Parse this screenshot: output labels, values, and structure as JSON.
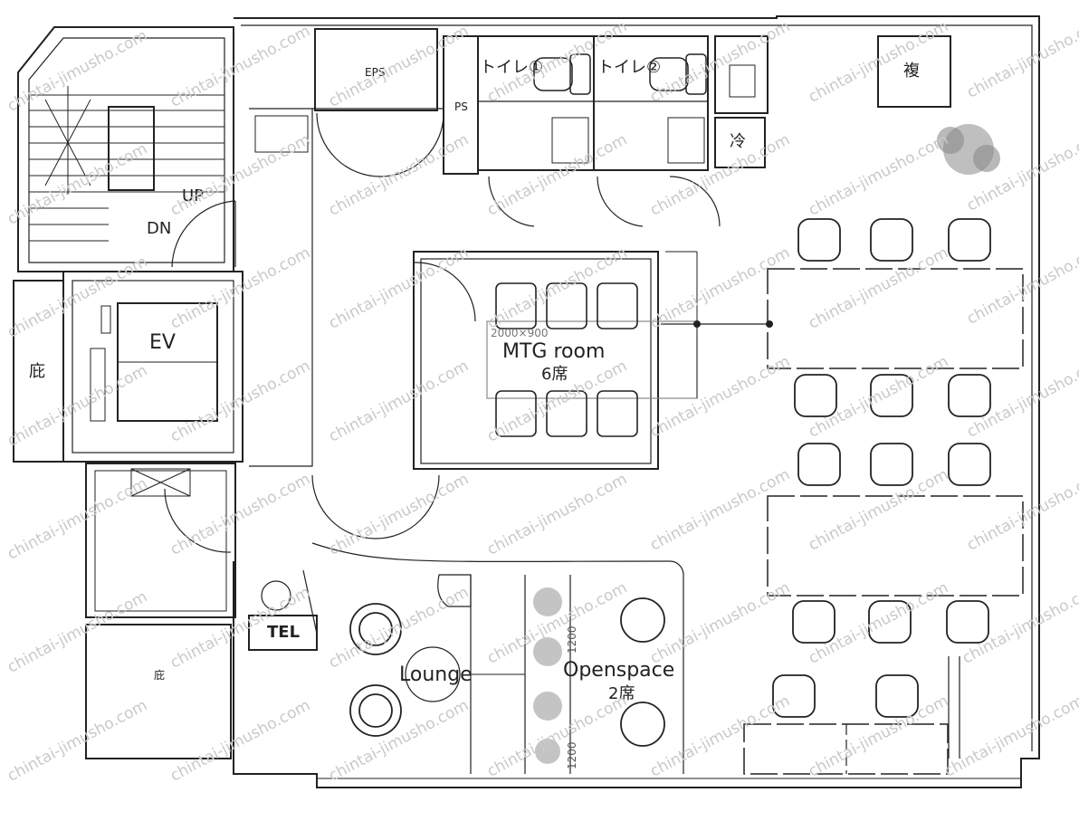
{
  "labels": {
    "eps": "EPS",
    "ps": "PS",
    "toilet1": "トイレ①",
    "toilet2": "トイレ②",
    "copier": "複",
    "fridge": "冷",
    "up": "UP",
    "dn": "DN",
    "ev": "EV",
    "niwa_left": "庇",
    "niwa_bottom": "庇",
    "mtg_dim": "2000×900",
    "mtg_title": "MTG room",
    "mtg_seats": "6席",
    "tel": "TEL",
    "lounge": "Lounge",
    "openspace_title": "Openspace",
    "openspace_seats": "2席",
    "dim_1200_a": "1200",
    "dim_1200_b": "1200"
  },
  "watermark": "chintai-jimusho.com",
  "colors": {
    "line": "#222222",
    "thin": "#555555",
    "plant": "#8a8a8a",
    "watermark": "#c9c9c9"
  }
}
